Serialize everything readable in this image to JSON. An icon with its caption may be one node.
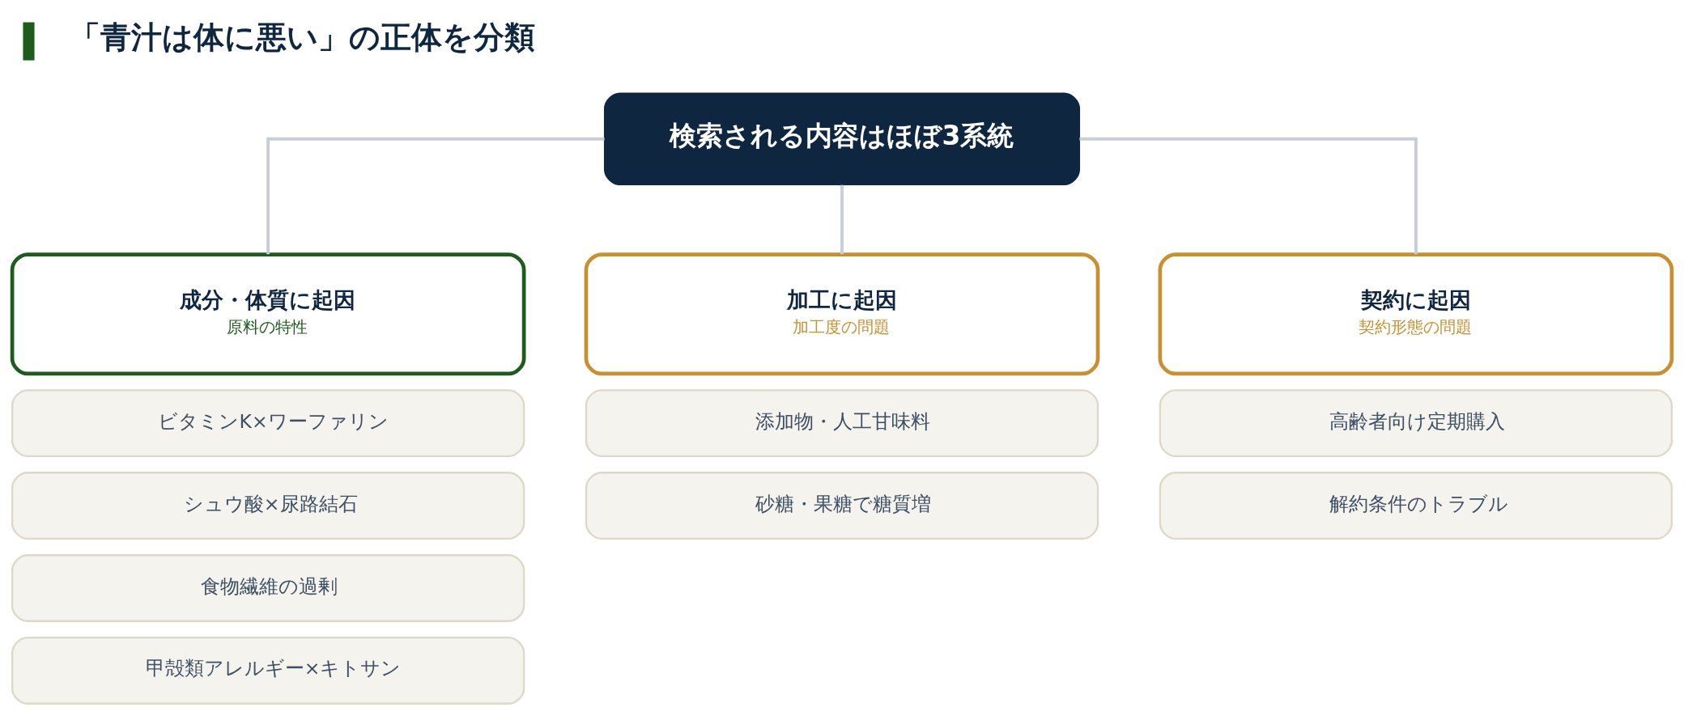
{
  "diagram": {
    "title": "「青汁は体に悪い」の正体を分類",
    "nodes": [
      {
        "text": [
          "検索される内容はほぼ3系統"
        ]
      },
      {
        "text": [
          "成分・体質に起因",
          "原料の特性"
        ]
      },
      {
        "text": [
          "加工に起因",
          "加工度の問題"
        ]
      },
      {
        "text": [
          "契約に起因",
          "契約形態の問題"
        ]
      },
      {
        "text": [
          "ビタミンK×ワーファリン"
        ]
      },
      {
        "text": [
          "シュウ酸×尿路結石"
        ]
      },
      {
        "text": [
          "食物繊維の過剰"
        ]
      },
      {
        "text": [
          "甲殻類アレルギー×キトサン"
        ]
      },
      {
        "text": [
          "添加物・人工甘味料"
        ]
      },
      {
        "text": [
          "砂糖・果糖で糖質増"
        ]
      },
      {
        "text": [
          "高齢者向け定期購入"
        ]
      },
      {
        "text": [
          "解約条件のトラブル"
        ]
      }
    ],
    "edges": [
      {
        "from": 0,
        "to": 1,
        "arrow": "none"
      },
      {
        "from": 0,
        "to": 2,
        "arrow": "none"
      },
      {
        "from": 0,
        "to": 3,
        "arrow": "none"
      }
    ]
  }
}
